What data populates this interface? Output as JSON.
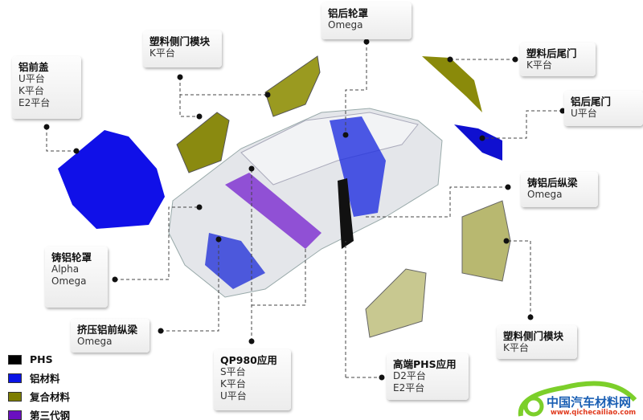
{
  "labels": [
    {
      "title": "铝前盖",
      "lines": [
        "U平台",
        "K平台",
        "E2平台"
      ]
    },
    {
      "title": "塑料侧门模块",
      "lines": [
        "K平台"
      ]
    },
    {
      "title": "铝后轮罩",
      "lines": [
        "Omega"
      ]
    },
    {
      "title": "塑料后尾门",
      "lines": [
        "K平台"
      ]
    },
    {
      "title": "铝后尾门",
      "lines": [
        "U平台"
      ]
    },
    {
      "title": "铸铝后纵梁",
      "lines": [
        "Omega"
      ]
    },
    {
      "title": "铸铝轮罩",
      "lines": [
        "Alpha",
        "Omega"
      ]
    },
    {
      "title": "挤压铝前纵梁",
      "lines": [
        "Omega"
      ]
    },
    {
      "title": "QP980应用",
      "lines": [
        "S平台",
        "K平台",
        "U平台"
      ]
    },
    {
      "title": "高端PHS应用",
      "lines": [
        "D2平台",
        "E2平台"
      ]
    },
    {
      "title": "塑料侧门模块",
      "lines": [
        "K平台"
      ]
    }
  ],
  "legend": [
    {
      "label": "PHS",
      "color": "#000000"
    },
    {
      "label": "铝材料",
      "color": "#0a14e6"
    },
    {
      "label": "复合材料",
      "color": "#7d7d00"
    },
    {
      "label": "第三代钢",
      "color": "#6a0fc0"
    }
  ],
  "logo": {
    "name": "中国汽车材料网",
    "url": "www.qichecailiao.com"
  }
}
